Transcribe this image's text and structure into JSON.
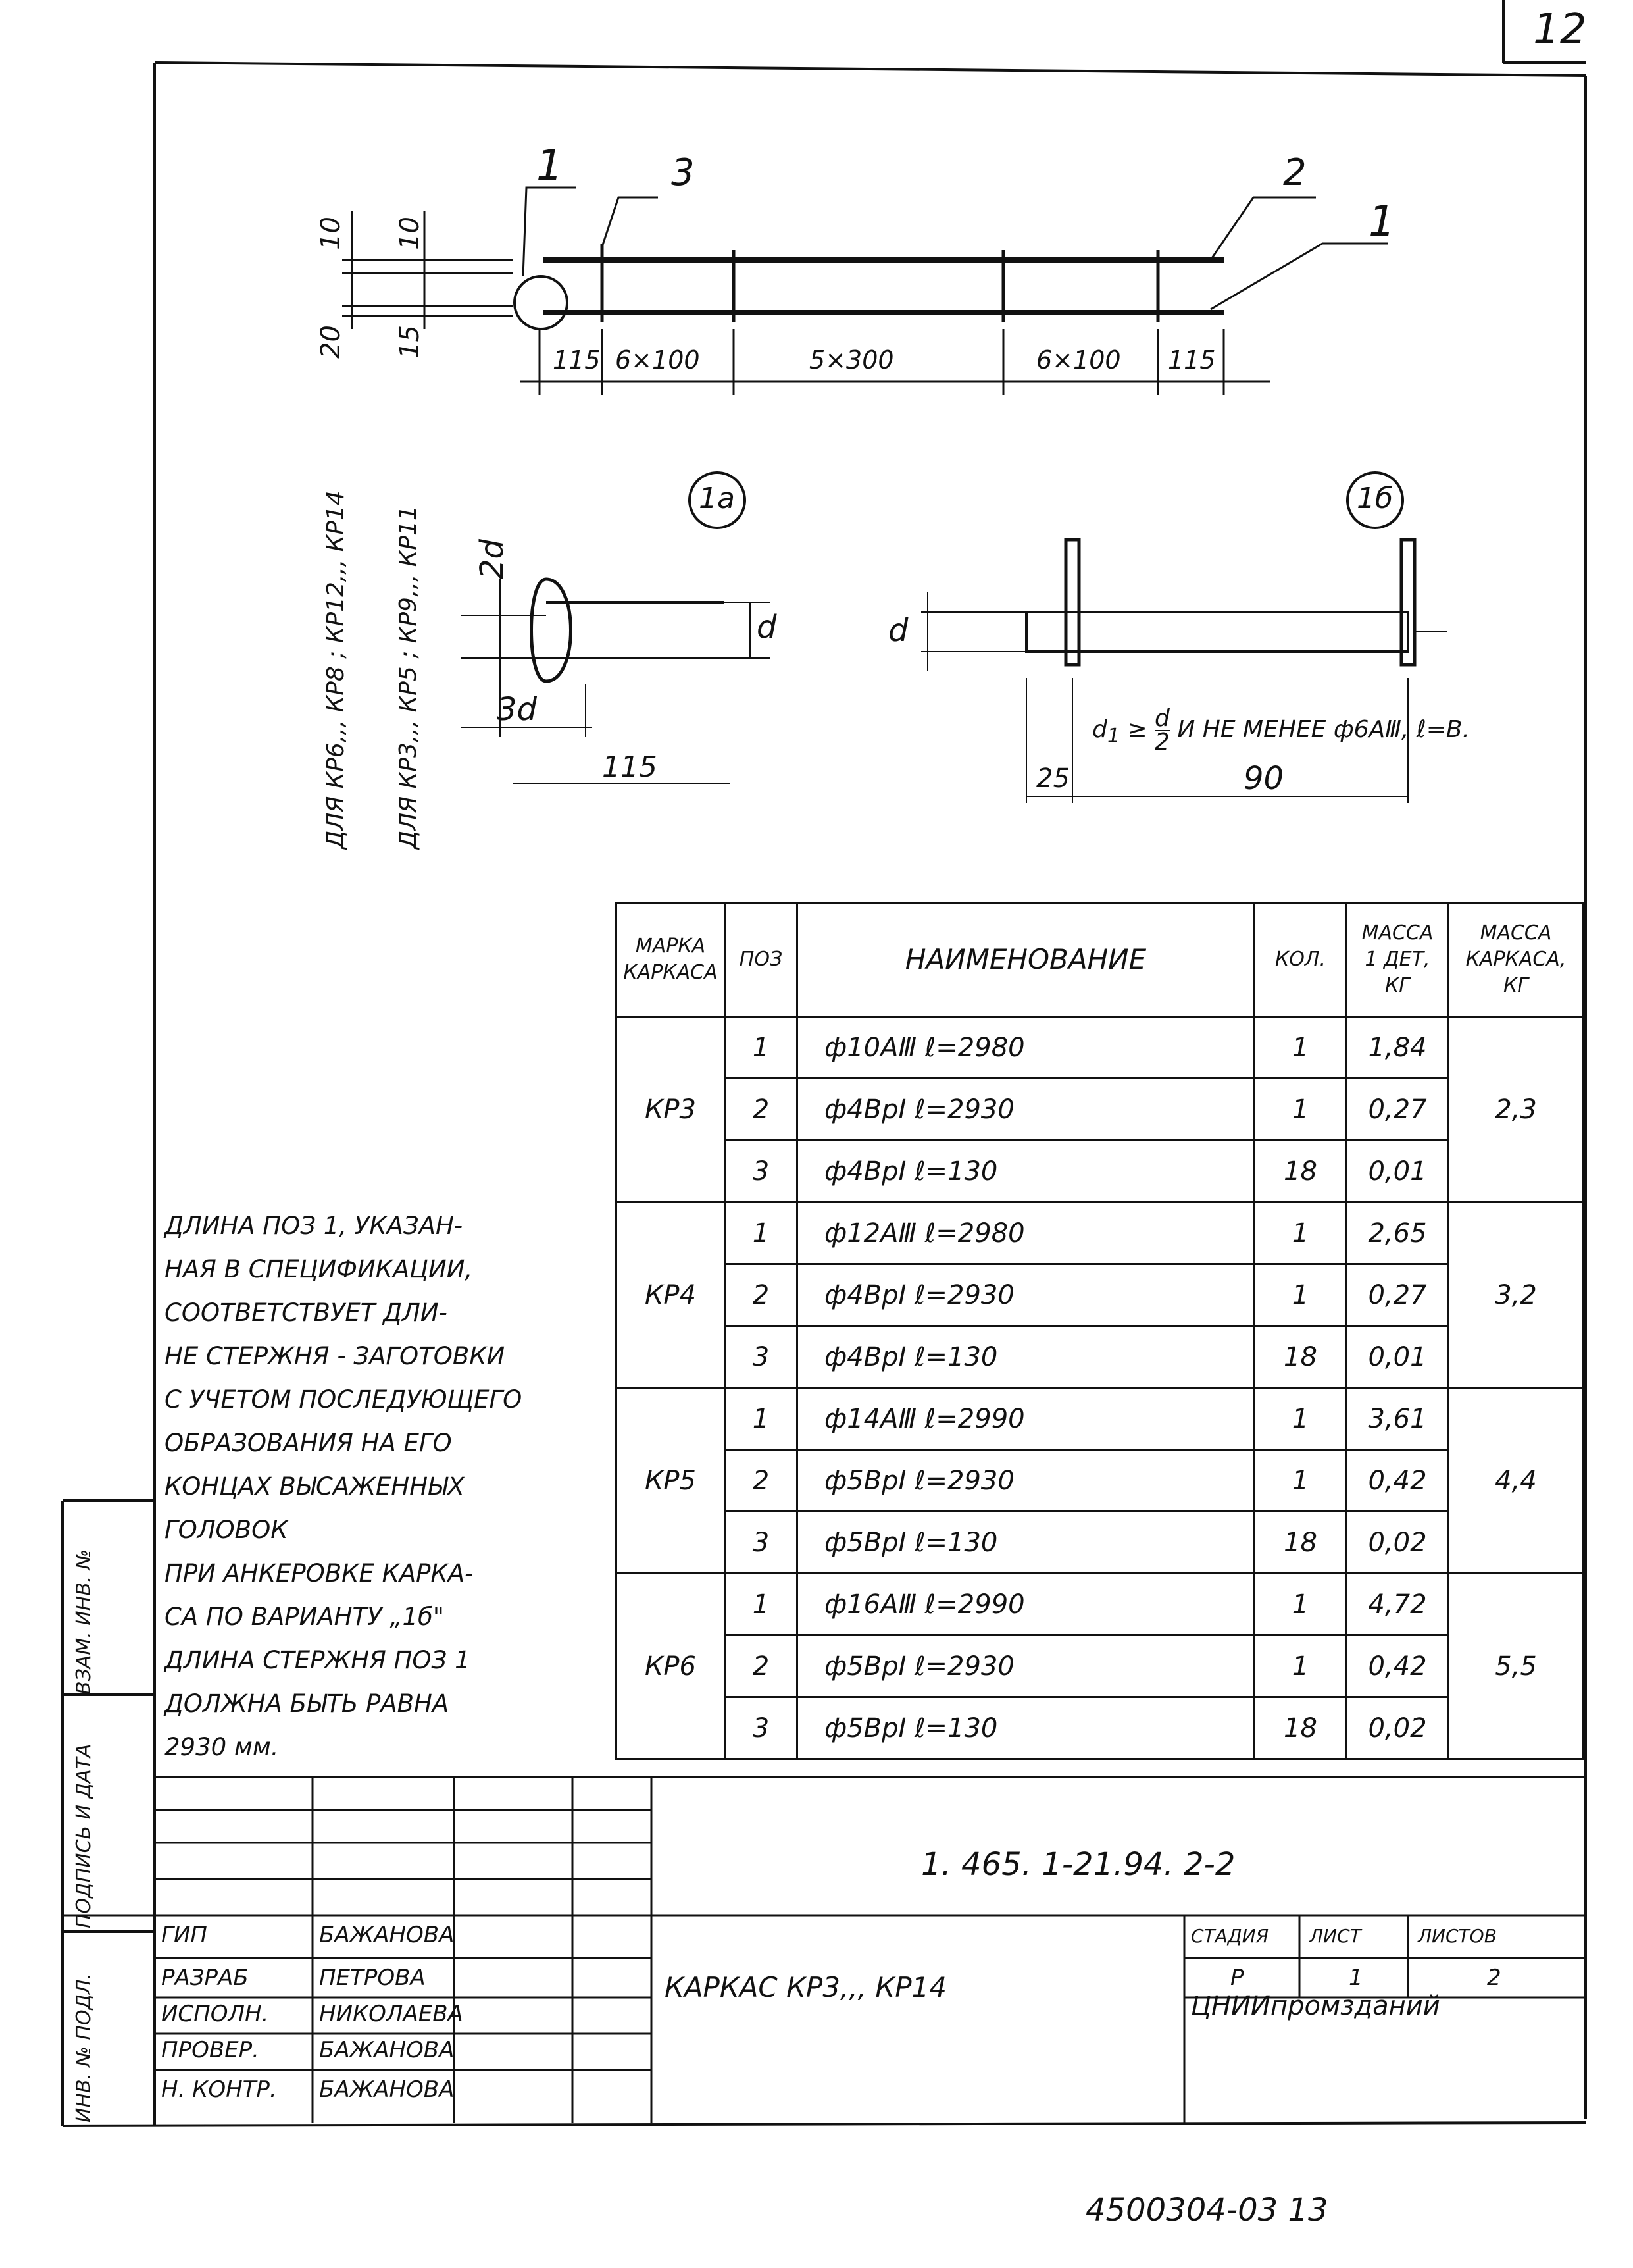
{
  "sheet_number": "12",
  "drawing": {
    "dims_top": [
      "115",
      "6×100",
      "5×300",
      "6×100",
      "115"
    ],
    "dims_left": [
      "10",
      "10",
      "20",
      "15"
    ],
    "leaders": [
      "1",
      "3",
      "2",
      "1"
    ],
    "variant_a": "1а",
    "variant_b": "1б",
    "detail_a": {
      "d": "d",
      "two_d": "2d",
      "three_d": "3d",
      "len": "115"
    },
    "detail_b": {
      "d": "d",
      "note_prefix": "d",
      "note_sub": "1",
      "note_ge": "≥",
      "note_frac_num": "d",
      "note_frac_den": "2",
      "note_rest": "И НЕ МЕНЕЕ ф6АⅢ, ℓ=В.",
      "dim_25": "25",
      "dim_90": "90"
    },
    "vertical_label_1": "ДЛЯ КР6,,, КР8 ; КР12,,, КР14",
    "vertical_label_2": "ДЛЯ КР3,,, КР5 ; КР9,,, КР11"
  },
  "notes": [
    "ДЛИНА ПОЗ 1, УКАЗАН-",
    "НАЯ В СПЕЦИФИКАЦИИ,",
    "СООТВЕТСТВУЕТ ДЛИ-",
    "НЕ СТЕРЖНЯ - ЗАГОТОВКИ",
    "С УЧЕТОМ ПОСЛЕДУЮЩЕГО",
    "ОБРАЗОВАНИЯ НА ЕГО",
    "КОНЦАХ ВЫСАЖЕННЫХ",
    "ГОЛОВОК",
    "ПРИ АНКЕРОВКЕ КАРКА-",
    "СА ПО ВАРИАНТУ „1б\"",
    "ДЛИНА СТЕРЖНЯ ПОЗ 1",
    "ДОЛЖНА БЫТЬ РАВНА",
    "2930 мм."
  ],
  "table": {
    "headers": [
      "МАРКА КАРКАСА",
      "ПОЗ",
      "НАИМЕНОВАНИЕ",
      "КОЛ.",
      "МАССА 1 ДЕТ, КГ",
      "МАССА КАРКАСА, КГ"
    ],
    "groups": [
      {
        "mark": "КР3",
        "mass": "2,3",
        "rows": [
          {
            "pos": "1",
            "name": "ф10АⅢ   ℓ=2980",
            "qty": "1",
            "unit": "1,84"
          },
          {
            "pos": "2",
            "name": "ф4ВрⅠ   ℓ=2930",
            "qty": "1",
            "unit": "0,27"
          },
          {
            "pos": "3",
            "name": "ф4ВрⅠ   ℓ=130",
            "qty": "18",
            "unit": "0,01"
          }
        ]
      },
      {
        "mark": "КР4",
        "mass": "3,2",
        "rows": [
          {
            "pos": "1",
            "name": "ф12АⅢ   ℓ=2980",
            "qty": "1",
            "unit": "2,65"
          },
          {
            "pos": "2",
            "name": "ф4ВрⅠ   ℓ=2930",
            "qty": "1",
            "unit": "0,27"
          },
          {
            "pos": "3",
            "name": "ф4ВрⅠ   ℓ=130",
            "qty": "18",
            "unit": "0,01"
          }
        ]
      },
      {
        "mark": "КР5",
        "mass": "4,4",
        "rows": [
          {
            "pos": "1",
            "name": "ф14АⅢ   ℓ=2990",
            "qty": "1",
            "unit": "3,61"
          },
          {
            "pos": "2",
            "name": "ф5ВрⅠ   ℓ=2930",
            "qty": "1",
            "unit": "0,42"
          },
          {
            "pos": "3",
            "name": "ф5ВрⅠ   ℓ=130",
            "qty": "18",
            "unit": "0,02"
          }
        ]
      },
      {
        "mark": "КР6",
        "mass": "5,5",
        "rows": [
          {
            "pos": "1",
            "name": "ф16АⅢ   ℓ=2990",
            "qty": "1",
            "unit": "4,72"
          },
          {
            "pos": "2",
            "name": "ф5ВрⅠ   ℓ=2930",
            "qty": "1",
            "unit": "0,42"
          },
          {
            "pos": "3",
            "name": "ф5ВрⅠ   ℓ=130",
            "qty": "18",
            "unit": "0,02"
          }
        ]
      }
    ]
  },
  "title_block": {
    "doc_number": "1. 465. 1-21.94. 2-2",
    "name": "КАРКАС КР3,,, КР14",
    "stage_headers": [
      "СТАДИЯ",
      "ЛИСТ",
      "ЛИСТОВ"
    ],
    "stage_values": [
      "Р",
      "1",
      "2"
    ],
    "org": "ЦНИИпромзданий",
    "roles": [
      {
        "role": "ГИП",
        "name": "БАЖАНОВА"
      },
      {
        "role": "РАЗРАБ",
        "name": "ПЕТРОВА"
      },
      {
        "role": "ИСПОЛН.",
        "name": "НИКОЛАЕВА"
      },
      {
        "role": "ПРОВЕР.",
        "name": "БАЖАНОВА"
      },
      {
        "role": "Н. КОНТР.",
        "name": "БАЖАНОВА"
      }
    ],
    "side_strip": [
      "ИНВ. № ПОДЛ.",
      "ПОДПИСЬ И ДАТА",
      "ВЗАМ. ИНВ. №"
    ]
  },
  "footer_code": "4500304-03   13"
}
